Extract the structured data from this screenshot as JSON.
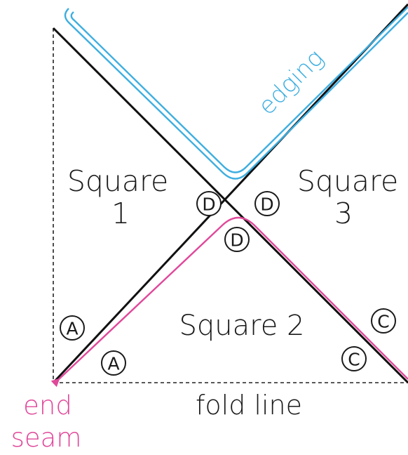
{
  "labels": {
    "square1_line1": "Square",
    "square1_line2": "1",
    "square2": "Square 2",
    "square3_line1": "Square",
    "square3_line2": "3",
    "edging": "edging",
    "fold_line": "fold line",
    "end_seam_line1": "end",
    "end_seam_line2": "seam"
  },
  "markers": {
    "a": "A",
    "c": "C",
    "d": "D"
  },
  "colors": {
    "edging": "#3eaee0",
    "seam": "#e0489a",
    "line": "#111111",
    "dashed": "#222222"
  }
}
